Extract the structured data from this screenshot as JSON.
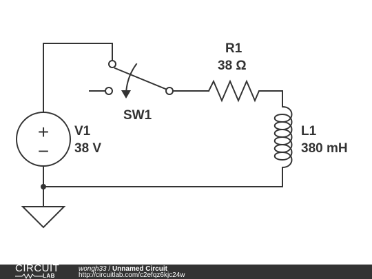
{
  "colors": {
    "wire": "#333333",
    "background": "#ffffff",
    "footer_bg": "#333333",
    "footer_text": "#ffffff"
  },
  "components": {
    "switch": {
      "name": "SW1"
    },
    "resistor": {
      "name": "R1",
      "value": "38 Ω"
    },
    "inductor": {
      "name": "L1",
      "value": "380 mH"
    },
    "source": {
      "name": "V1",
      "value": "38 V",
      "plus": "+",
      "minus": "−"
    }
  },
  "footer": {
    "logo_top": "CIRCUIT",
    "logo_bottom": "LAB",
    "user": "wongh33",
    "separator": " / ",
    "title": "Unnamed Circuit",
    "url": "http://circuitlab.com/c2efqz6kjc24w"
  }
}
